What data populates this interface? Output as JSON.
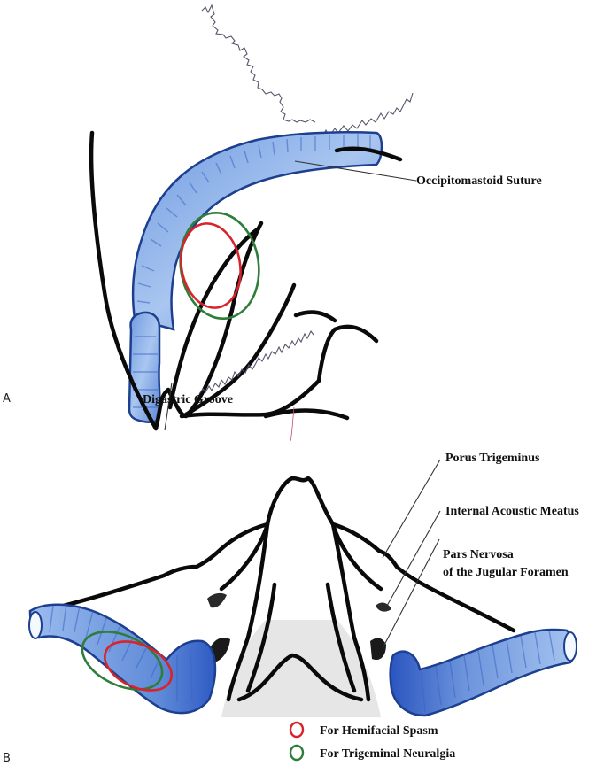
{
  "figure": {
    "panels": [
      {
        "id": "A",
        "label": "A",
        "annotations": [
          {
            "key": "occipitomastoid",
            "text": "Occipitomastoid Suture"
          },
          {
            "key": "digastric",
            "text": "Digastric Groove"
          }
        ]
      },
      {
        "id": "B",
        "label": "B",
        "annotations": [
          {
            "key": "porus",
            "text": "Porus Trigeminus"
          },
          {
            "key": "iam",
            "text": "Internal Acoustic Meatus"
          },
          {
            "key": "pars1",
            "text": "Pars Nervosa"
          },
          {
            "key": "pars2",
            "text": "of the Jugular Foramen"
          }
        ]
      }
    ],
    "legend": [
      {
        "label": "For Hemifacial Spasm",
        "color": "#d9232a"
      },
      {
        "label": "For Trigeminal Neuralgia",
        "color": "#2e7d3a"
      }
    ],
    "colors": {
      "sinus_light": "#8fb4ea",
      "sinus_dark": "#2a55c0",
      "outline": "#0a0a0a",
      "hemifacial": "#d9232a",
      "trigeminal": "#2e7d3a"
    }
  }
}
